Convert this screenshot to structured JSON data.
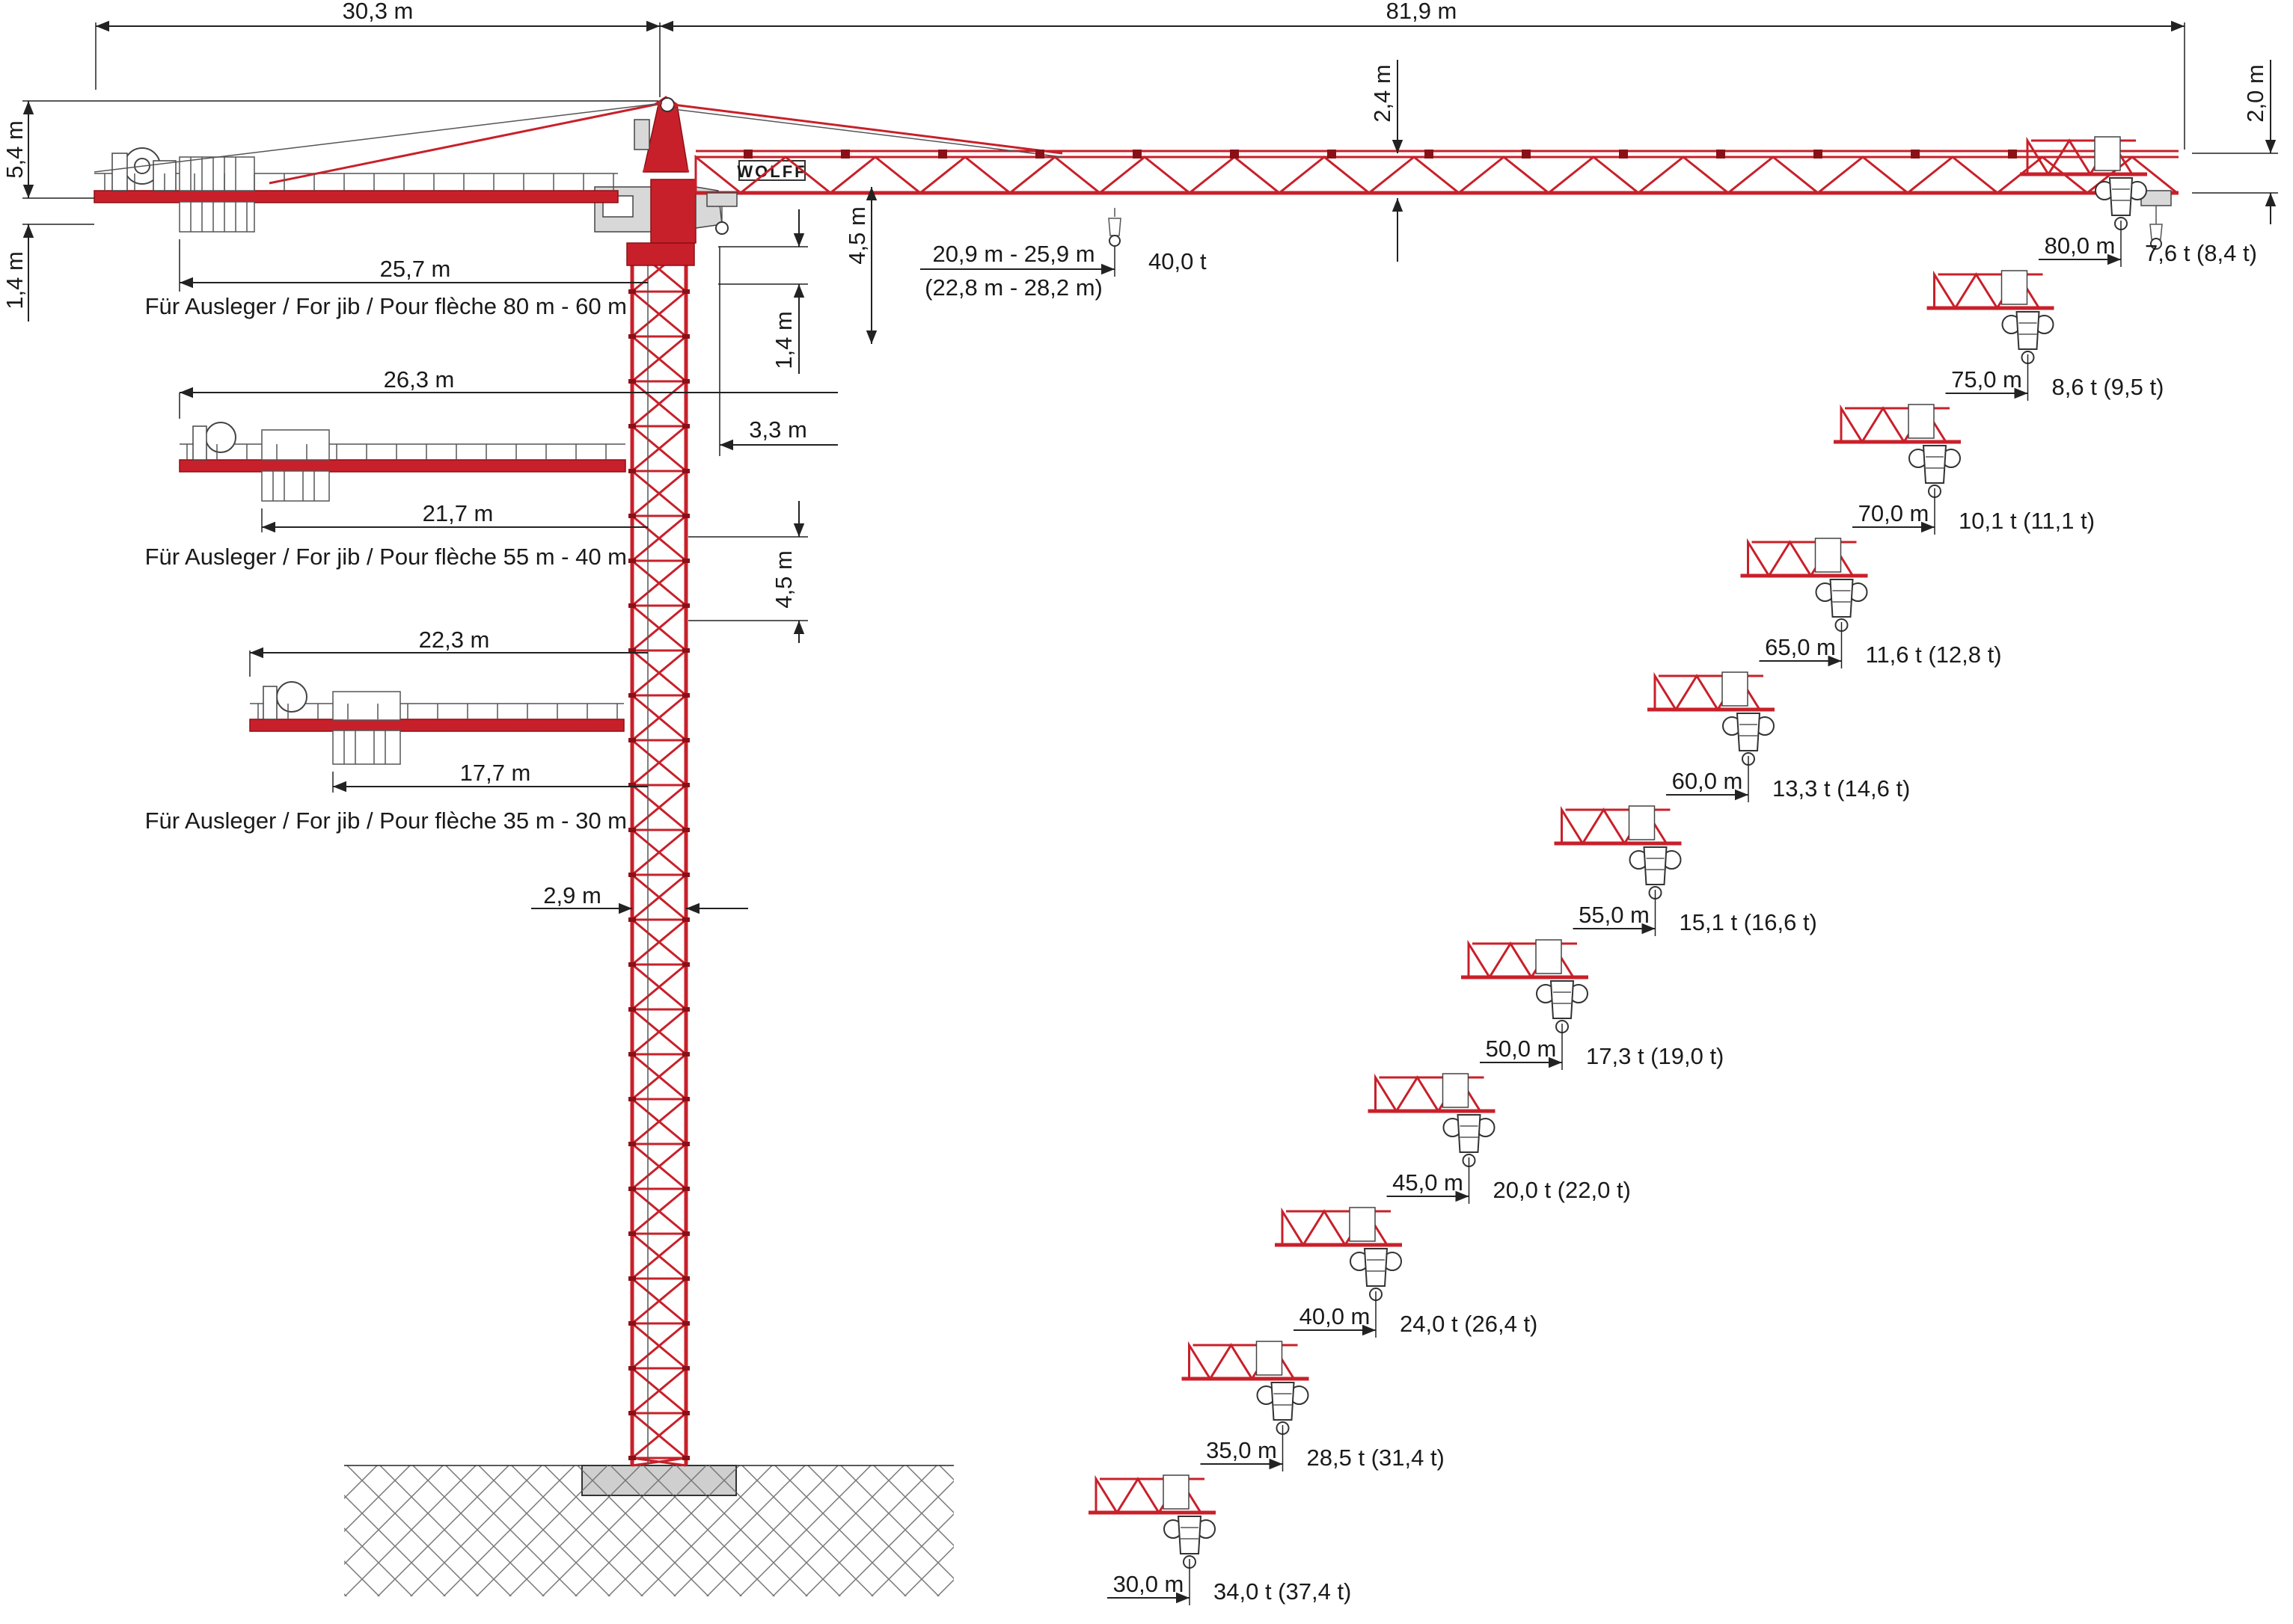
{
  "colors": {
    "crane_red": "#c8202a",
    "dimension_line": "#222222",
    "ground_hatch": "#666666"
  },
  "top_dims": {
    "counter_jib_length": "30,3 m",
    "jib_length": "81,9 m",
    "counter_jib_height": "5,4 m",
    "counter_jib_below": "1,4 m",
    "jib_tie_height": "2,4 m",
    "jib_tip_height": "2,0 m"
  },
  "mast_dims": {
    "top_section": "4,5 m",
    "upper_offset": "1,4 m",
    "cab_offset": "3,3 m",
    "section_height": "4,5 m",
    "mast_width": "2,9 m"
  },
  "max_load": {
    "radius": "20,9 m - 25,9 m",
    "radius_alt": "(22,8 m - 28,2 m)",
    "load": "40,0 t"
  },
  "brand": "WOLFF",
  "counter_jibs": [
    {
      "ballast_radius": "25,7 m",
      "caption": "Für Ausleger / For jib / Pour flèche 80 m - 60 m"
    },
    {
      "outer_radius": "26,3 m",
      "ballast_radius": "21,7 m",
      "caption": "Für Ausleger / For jib / Pour flèche 55 m - 40 m"
    },
    {
      "outer_radius": "22,3 m",
      "ballast_radius": "17,7 m",
      "caption": "Für Ausleger / For jib / Pour flèche 35 m - 30 m"
    }
  ],
  "jib_loads": [
    {
      "radius": "80,0 m",
      "load": "7,6 t (8,4 t)"
    },
    {
      "radius": "75,0 m",
      "load": "8,6 t (9,5 t)"
    },
    {
      "radius": "70,0 m",
      "load": "10,1 t (11,1 t)"
    },
    {
      "radius": "65,0 m",
      "load": "11,6 t (12,8 t)"
    },
    {
      "radius": "60,0 m",
      "load": "13,3 t (14,6 t)"
    },
    {
      "radius": "55,0 m",
      "load": "15,1 t (16,6 t)"
    },
    {
      "radius": "50,0 m",
      "load": "17,3 t (19,0 t)"
    },
    {
      "radius": "45,0 m",
      "load": "20,0 t (22,0 t)"
    },
    {
      "radius": "40,0 m",
      "load": "24,0 t (26,4 t)"
    },
    {
      "radius": "35,0 m",
      "load": "28,5 t (31,4 t)"
    },
    {
      "radius": "30,0 m",
      "load": "34,0 t (37,4 t)"
    }
  ]
}
